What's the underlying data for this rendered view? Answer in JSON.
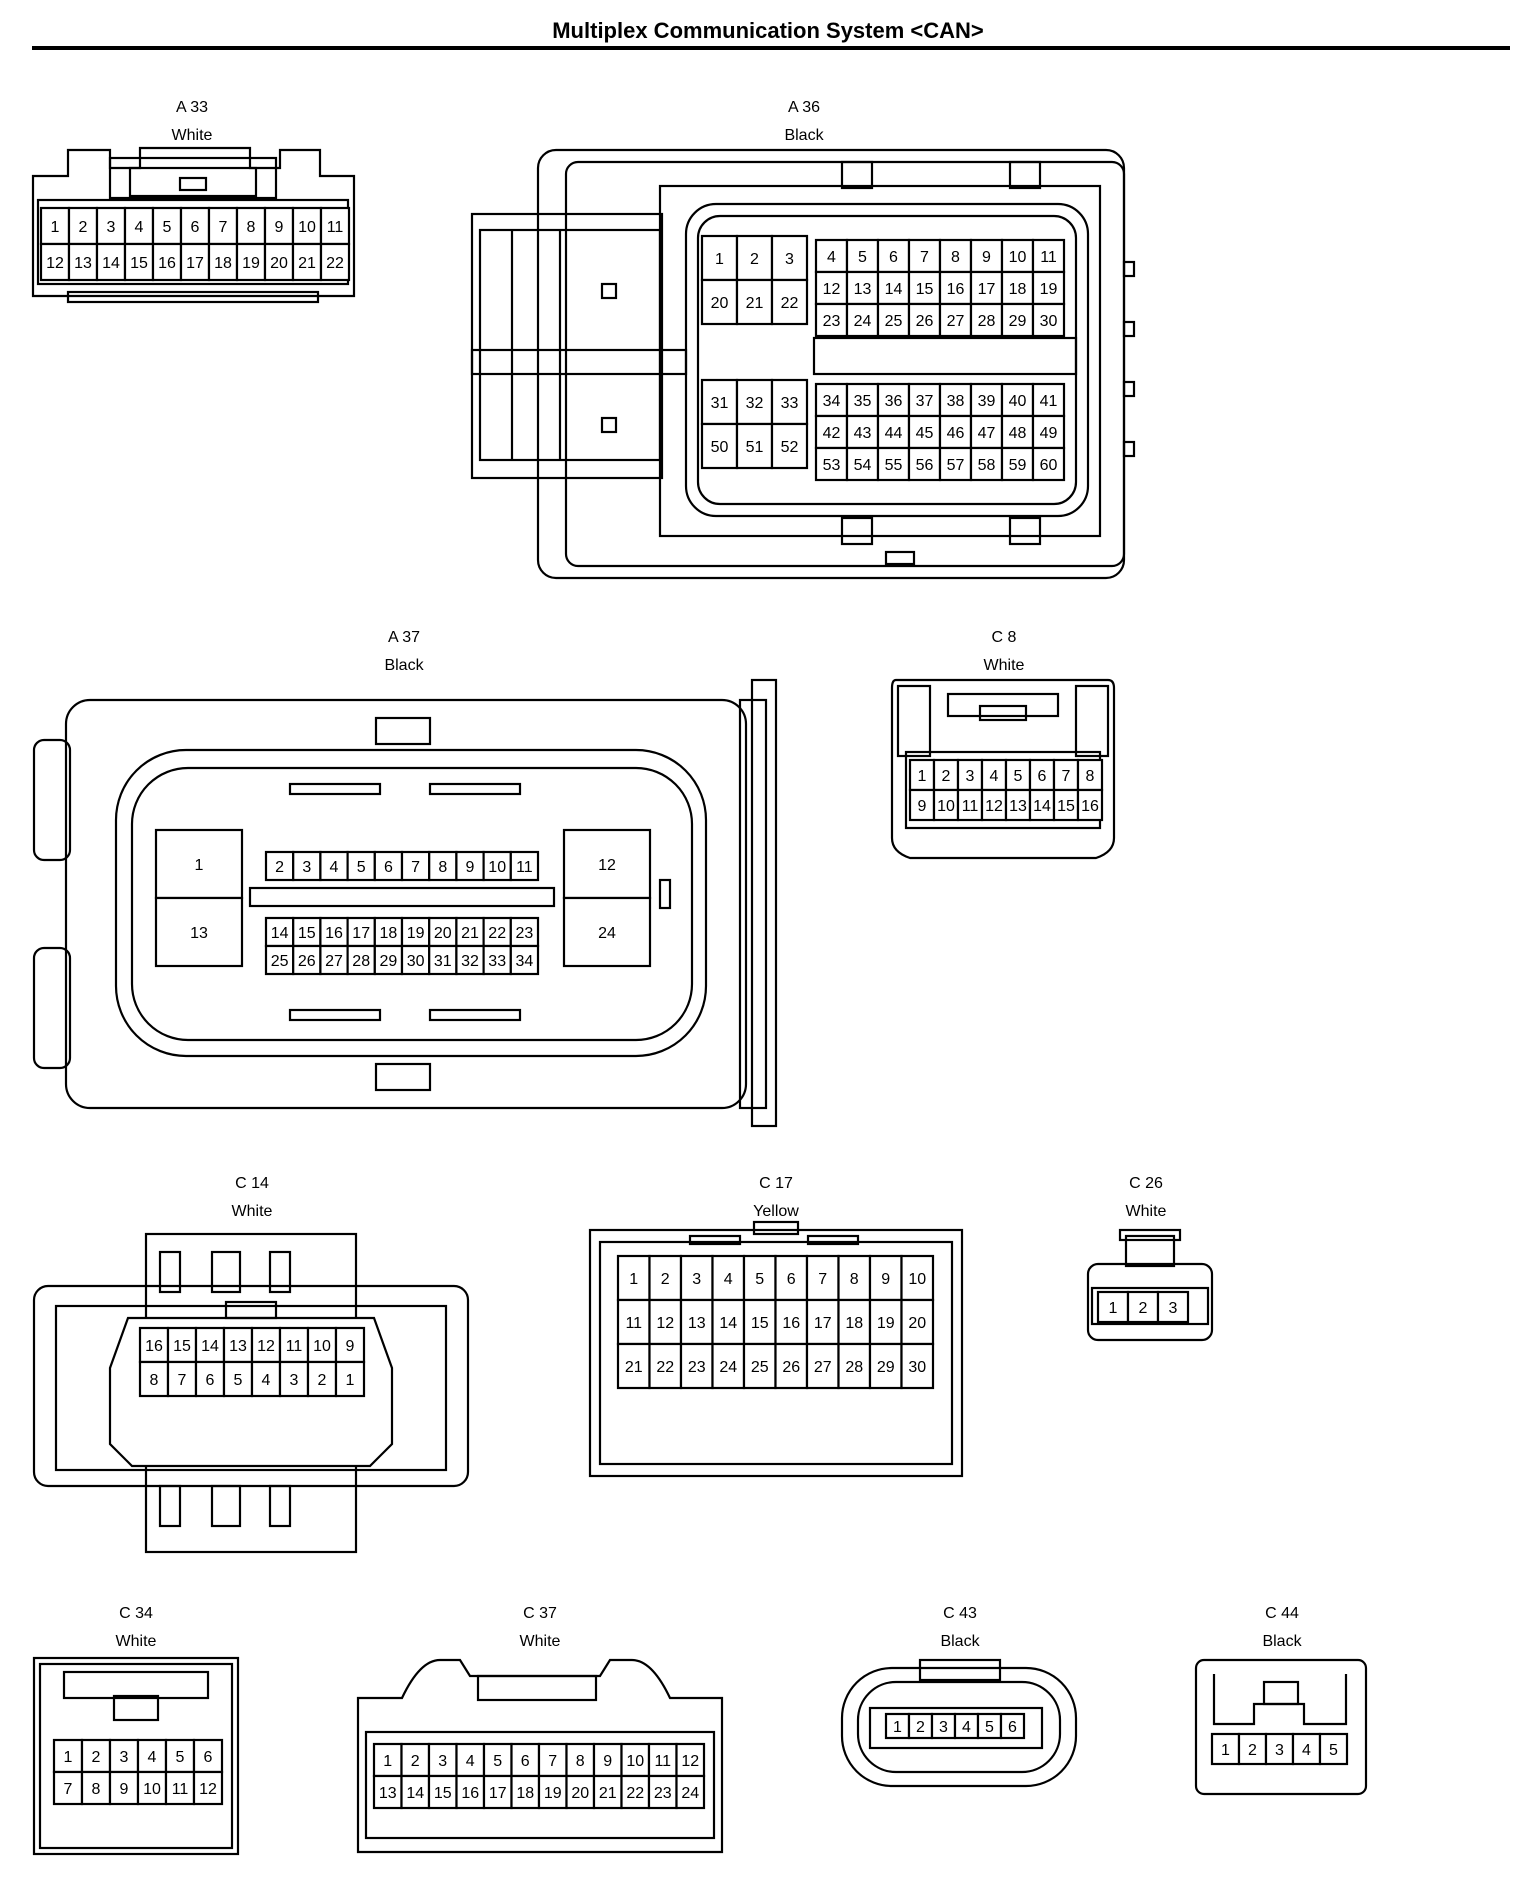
{
  "page": {
    "title": "Multiplex Communication System <CAN>"
  },
  "connectors": {
    "a33": {
      "id": "A 33",
      "color": "White",
      "rows": [
        [
          "1",
          "2",
          "3",
          "4",
          "5",
          "6",
          "7",
          "8",
          "9",
          "10",
          "11"
        ],
        [
          "12",
          "13",
          "14",
          "15",
          "16",
          "17",
          "18",
          "19",
          "20",
          "21",
          "22"
        ]
      ]
    },
    "a36": {
      "id": "A 36",
      "color": "Black",
      "left_top": [
        [
          "1",
          "2",
          "3"
        ],
        [
          "20",
          "21",
          "22"
        ]
      ],
      "right_top": [
        [
          "4",
          "5",
          "6",
          "7",
          "8",
          "9",
          "10",
          "11"
        ],
        [
          "12",
          "13",
          "14",
          "15",
          "16",
          "17",
          "18",
          "19"
        ],
        [
          "23",
          "24",
          "25",
          "26",
          "27",
          "28",
          "29",
          "30"
        ]
      ],
      "left_bottom": [
        [
          "31",
          "32",
          "33"
        ],
        [
          "50",
          "51",
          "52"
        ]
      ],
      "right_bottom": [
        [
          "34",
          "35",
          "36",
          "37",
          "38",
          "39",
          "40",
          "41"
        ],
        [
          "42",
          "43",
          "44",
          "45",
          "46",
          "47",
          "48",
          "49"
        ],
        [
          "53",
          "54",
          "55",
          "56",
          "57",
          "58",
          "59",
          "60"
        ]
      ]
    },
    "a37": {
      "id": "A 37",
      "color": "Black",
      "big": [
        "1",
        "13",
        "12",
        "24"
      ],
      "top": [
        "2",
        "3",
        "4",
        "5",
        "6",
        "7",
        "8",
        "9",
        "10",
        "11"
      ],
      "mid": [
        "14",
        "15",
        "16",
        "17",
        "18",
        "19",
        "20",
        "21",
        "22",
        "23"
      ],
      "bot": [
        "25",
        "26",
        "27",
        "28",
        "29",
        "30",
        "31",
        "32",
        "33",
        "34"
      ]
    },
    "c8": {
      "id": "C 8",
      "color": "White",
      "rows": [
        [
          "1",
          "2",
          "3",
          "4",
          "5",
          "6",
          "7",
          "8"
        ],
        [
          "9",
          "10",
          "11",
          "12",
          "13",
          "14",
          "15",
          "16"
        ]
      ]
    },
    "c14": {
      "id": "C 14",
      "color": "White",
      "rows": [
        [
          "16",
          "15",
          "14",
          "13",
          "12",
          "11",
          "10",
          "9"
        ],
        [
          "8",
          "7",
          "6",
          "5",
          "4",
          "3",
          "2",
          "1"
        ]
      ]
    },
    "c17": {
      "id": "C 17",
      "color": "Yellow",
      "rows": [
        [
          "1",
          "2",
          "3",
          "4",
          "5",
          "6",
          "7",
          "8",
          "9",
          "10"
        ],
        [
          "11",
          "12",
          "13",
          "14",
          "15",
          "16",
          "17",
          "18",
          "19",
          "20"
        ],
        [
          "21",
          "22",
          "23",
          "24",
          "25",
          "26",
          "27",
          "28",
          "29",
          "30"
        ]
      ]
    },
    "c26": {
      "id": "C 26",
      "color": "White",
      "rows": [
        [
          "1",
          "2",
          "3"
        ]
      ]
    },
    "c34": {
      "id": "C 34",
      "color": "White",
      "rows": [
        [
          "1",
          "2",
          "3",
          "4",
          "5",
          "6"
        ],
        [
          "7",
          "8",
          "9",
          "10",
          "11",
          "12"
        ]
      ]
    },
    "c37": {
      "id": "C 37",
      "color": "White",
      "rows": [
        [
          "1",
          "2",
          "3",
          "4",
          "5",
          "6",
          "7",
          "8",
          "9",
          "10",
          "11",
          "12"
        ],
        [
          "13",
          "14",
          "15",
          "16",
          "17",
          "18",
          "19",
          "20",
          "21",
          "22",
          "23",
          "24"
        ]
      ]
    },
    "c43": {
      "id": "C 43",
      "color": "Black",
      "rows": [
        [
          "1",
          "2",
          "3",
          "4",
          "5",
          "6"
        ]
      ]
    },
    "c44": {
      "id": "C 44",
      "color": "Black",
      "rows": [
        [
          "1",
          "2",
          "3",
          "4",
          "5"
        ]
      ]
    }
  }
}
